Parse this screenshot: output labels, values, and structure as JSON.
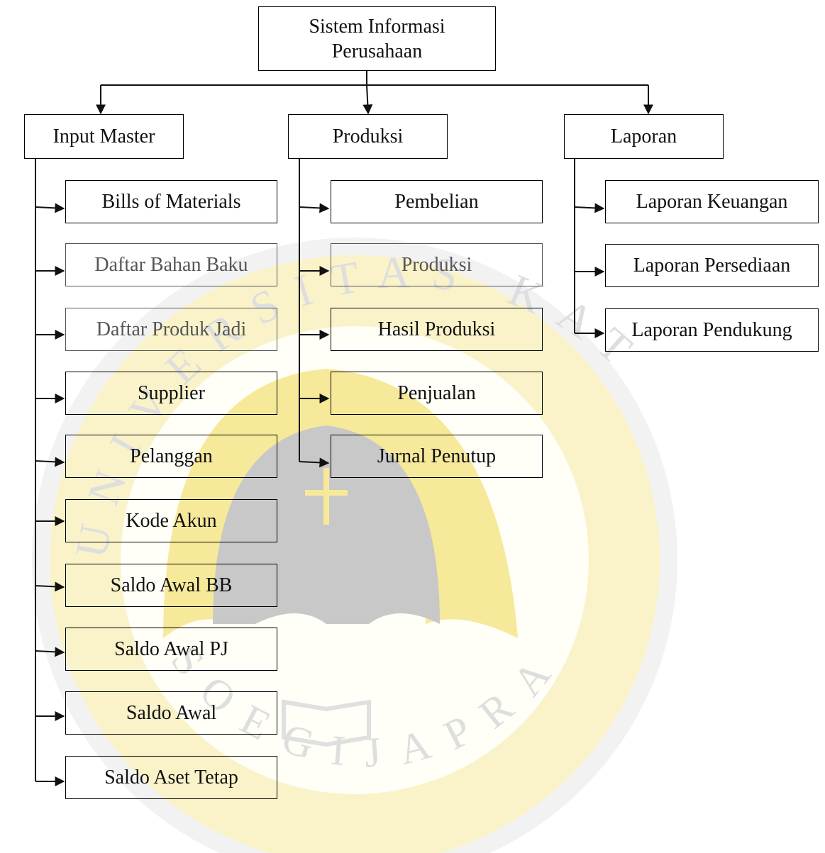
{
  "title": {
    "line1": "Sistem Informasi",
    "line2": "Perusahaan"
  },
  "categories": [
    {
      "label": "Input Master"
    },
    {
      "label": "Produksi"
    },
    {
      "label": "Laporan"
    }
  ],
  "input_master_items": [
    "Bills of Materials",
    "Daftar Bahan Baku",
    "Daftar Produk Jadi",
    "Supplier",
    "Pelanggan",
    "Kode Akun",
    "Saldo Awal BB",
    "Saldo Awal PJ",
    "Saldo Awal",
    "Saldo Aset Tetap"
  ],
  "produksi_items": [
    "Pembelian",
    "Produksi",
    "Hasil Produksi",
    "Penjualan",
    "Jurnal Penutup"
  ],
  "laporan_items": [
    "Laporan Keuangan",
    "Laporan Persediaan",
    "Laporan Pendukung"
  ],
  "watermark": {
    "text_top": "UNIVERSITAS KATOLIK",
    "text_bottom": "SOEGIJAPRANATA",
    "colors": {
      "gold": "#f7e99a",
      "gray": "#c8c8c8",
      "light_gray": "#dcdcdc"
    }
  }
}
